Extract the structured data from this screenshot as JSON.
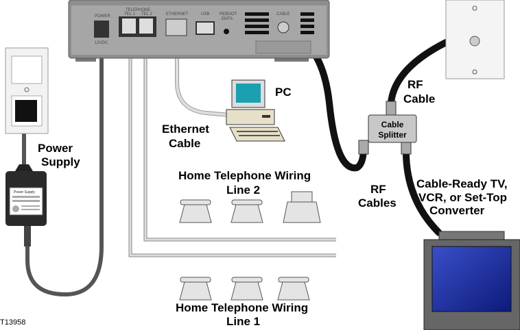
{
  "modem": {
    "ports": {
      "power": "POWER",
      "power_rating": "12VDC",
      "telephone": "TELEPHONE",
      "tel1": "TEL 1",
      "tel2": "TEL 2",
      "ethernet": "ETHERNET",
      "usb": "USB",
      "reboot": "REBOOT",
      "reboot_sub": "EMTA",
      "cable": "CABLE"
    }
  },
  "labels": {
    "pc": "PC",
    "ethernet_cable": [
      "Ethernet",
      "Cable"
    ],
    "power_supply": [
      "Power",
      "Supply"
    ],
    "power_supply_tag": "Power Supply",
    "rf_cable": [
      "RF",
      "Cable"
    ],
    "cable_splitter": [
      "Cable",
      "Splitter"
    ],
    "rf_cables": [
      "RF",
      "Cables"
    ],
    "tv": [
      "Cable-Ready TV,",
      "VCR, or Set-Top",
      "Converter"
    ],
    "line2": [
      "Home Telephone Wiring",
      "Line 2"
    ],
    "line1": [
      "Home Telephone Wiring",
      "Line 1"
    ],
    "figure_id": "T13958"
  }
}
